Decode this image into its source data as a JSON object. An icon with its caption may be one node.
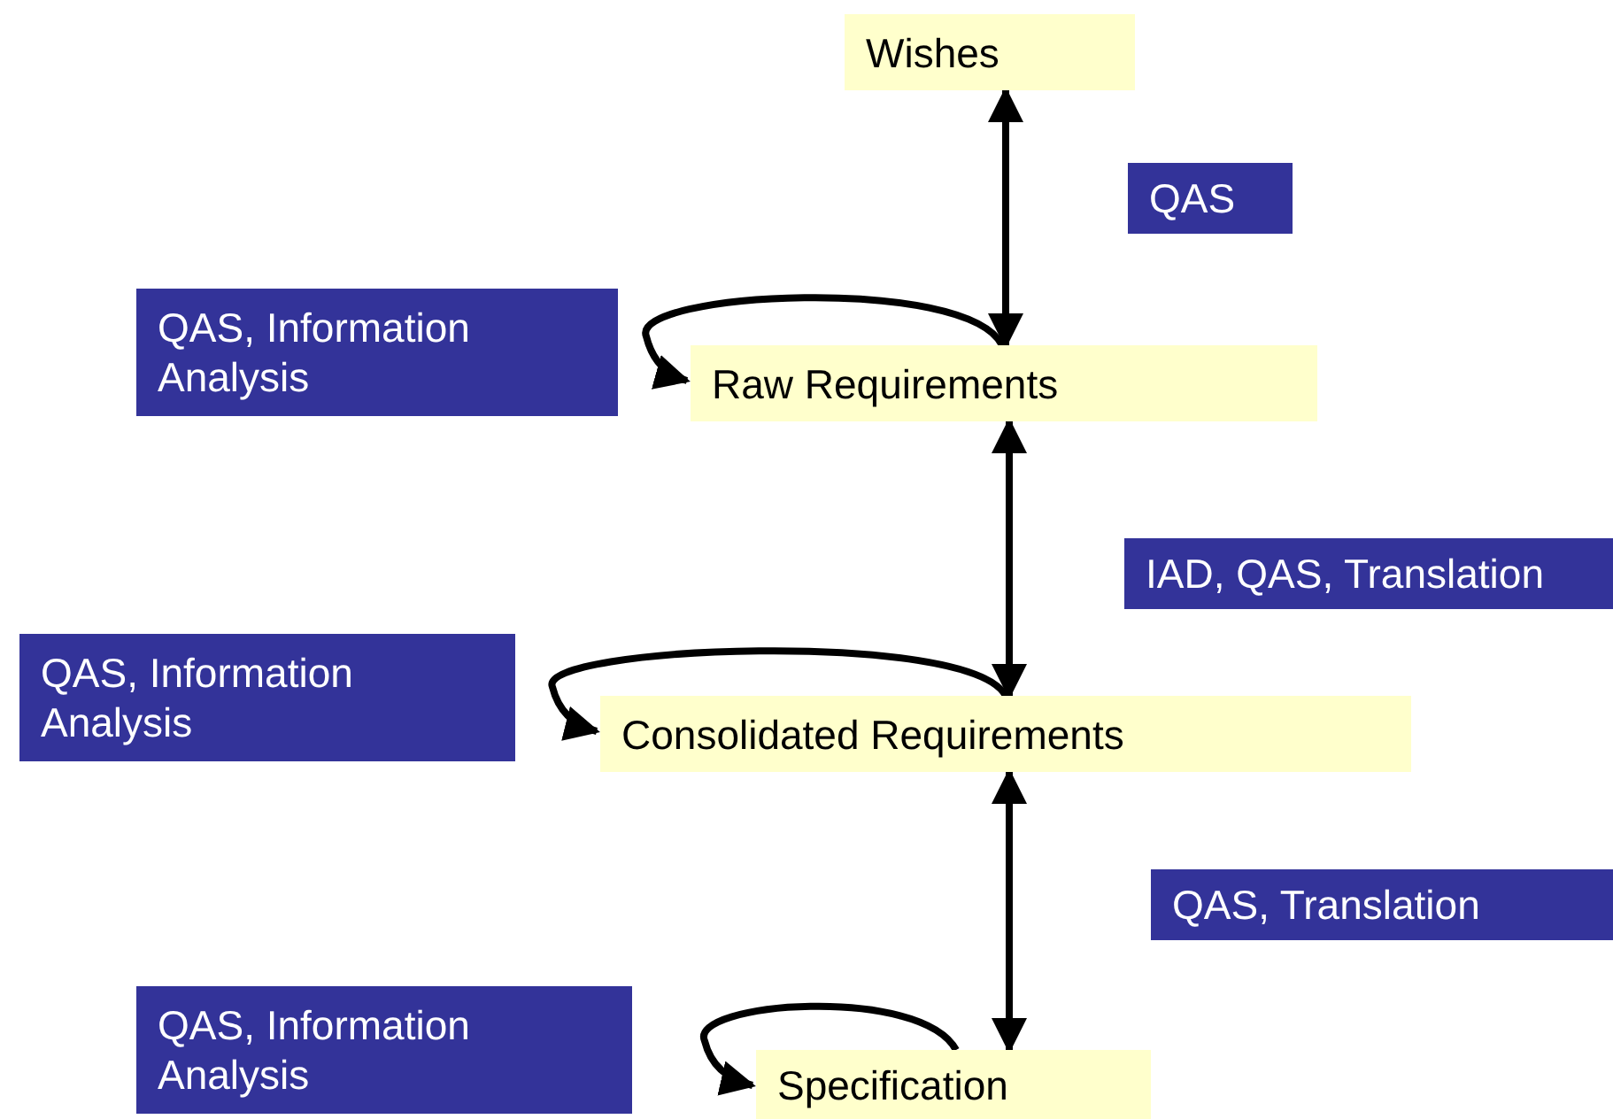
{
  "diagram": {
    "nodes": [
      {
        "text": [
          "Wishes"
        ]
      },
      {
        "text": [
          "QAS"
        ]
      },
      {
        "text": [
          "QAS, Information Analysis"
        ]
      },
      {
        "text": [
          "Raw Requirements"
        ]
      },
      {
        "text": [
          "IAD, QAS, Translation"
        ]
      },
      {
        "text": [
          "QAS, Information Analysis"
        ]
      },
      {
        "text": [
          "Consolidated Requirements"
        ]
      },
      {
        "text": [
          "QAS, Translation"
        ]
      },
      {
        "text": [
          "QAS, Information Analysis"
        ]
      },
      {
        "text": [
          "Specification"
        ]
      }
    ],
    "edges": [
      {
        "from": 0,
        "to": 3,
        "arrow": "both"
      },
      {
        "from": 3,
        "to": 3,
        "arrow": "to"
      },
      {
        "from": 3,
        "to": 6,
        "arrow": "both"
      },
      {
        "from": 6,
        "to": 6,
        "arrow": "to"
      },
      {
        "from": 6,
        "to": 9,
        "arrow": "both"
      },
      {
        "from": 9,
        "to": 9,
        "arrow": "to"
      }
    ]
  }
}
